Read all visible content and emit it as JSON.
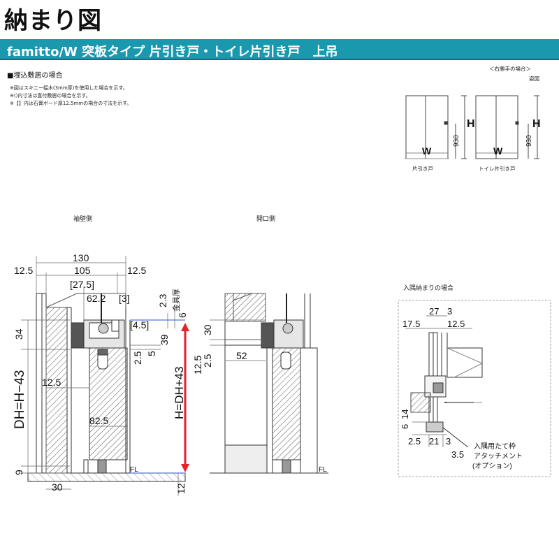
{
  "header": {
    "title": "納まり図",
    "banner": "famitto/W 突板タイプ 片引き戸・トイレ片引き戸　上吊"
  },
  "notes": {
    "heading": "■埋込敷居の場合",
    "lines": [
      "※図はスキニー幅木(3mm厚)を使用した場合を示す。",
      "※()内寸法は直付敷居の場合を示す。",
      "※【】内は石膏ボード厚12.5mmの場合の寸法を示す。"
    ]
  },
  "elevation": {
    "right_hand_label": "＜右勝手の場合＞",
    "view_label": "姿図",
    "h_label": "H",
    "w_label": "W",
    "dim_930": "930",
    "door1_caption": "片引き戸",
    "door2_caption": "トイレ片引き戸"
  },
  "sections": {
    "left_caption": "袖壁側",
    "middle_caption": "開口側",
    "right_caption": "入隅納まりの場合",
    "dims_left": {
      "d130": "130",
      "d12_5a": "12.5",
      "d105": "105",
      "d12_5b": "12.5",
      "d27_5": "[27.5]",
      "d62_2": "62.2",
      "d3": "[3]",
      "d2_3": "2.3",
      "hardware": "金具厚",
      "d6": "6",
      "d4_5": "[4.5]",
      "d34": "34",
      "d39": "39",
      "d2_5": "2.5",
      "d5": "5",
      "d12_5c": "12.5",
      "dh": "DH=H−43",
      "d82_5": "82.5",
      "d9": "9",
      "d30": "30",
      "d12": "12",
      "fl": "FL",
      "h_formula": "H=DH+43"
    },
    "dims_middle": {
      "d30": "30",
      "d52": "52",
      "d12_5": "12.5",
      "d2_5": "2.5",
      "fl": "FL"
    },
    "dims_right": {
      "d27": "27",
      "d3a": "3",
      "d17_5": "17.5",
      "d12_5": "12.5",
      "d14": "14",
      "d6": "6",
      "d2_5": "2.5",
      "d21": "21",
      "d3b": "3",
      "d3_5": "3.5",
      "callout_1": "入隅用たて枠",
      "callout_2": "アタッチメント",
      "callout_3": "(オプション)"
    }
  },
  "colors": {
    "banner": "#1a98ae",
    "dimension_arrow": "#e8202a",
    "floor_line": "#2a4fd6",
    "line": "#333333"
  }
}
